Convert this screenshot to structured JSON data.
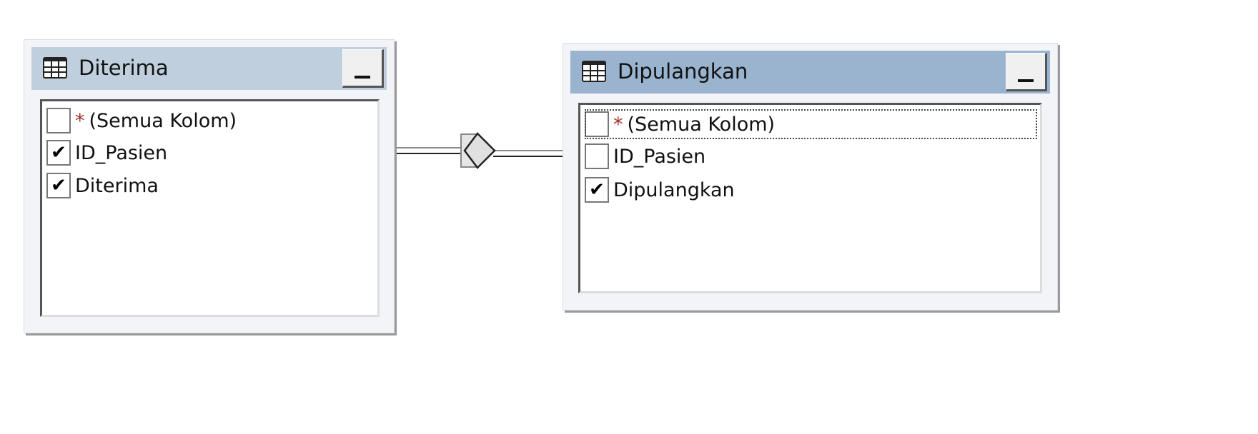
{
  "tables": [
    {
      "title": "Diterima",
      "icon": "table-icon",
      "columns": [
        {
          "star": "*",
          "label": "(Semua Kolom)",
          "checked": false
        },
        {
          "label": "ID_Pasien",
          "checked": true
        },
        {
          "label": "Diterima",
          "checked": true
        }
      ]
    },
    {
      "title": "Dipulangkan",
      "icon": "table-icon",
      "columns": [
        {
          "star": "*",
          "label": "(Semua Kolom)",
          "checked": false
        },
        {
          "label": "ID_Pasien",
          "checked": false
        },
        {
          "label": "Dipulangkan",
          "checked": true
        }
      ]
    }
  ],
  "check_mark": "✔",
  "colors": {
    "title_inactive": "#c0cfdd",
    "title_active": "#9ab3cf"
  }
}
